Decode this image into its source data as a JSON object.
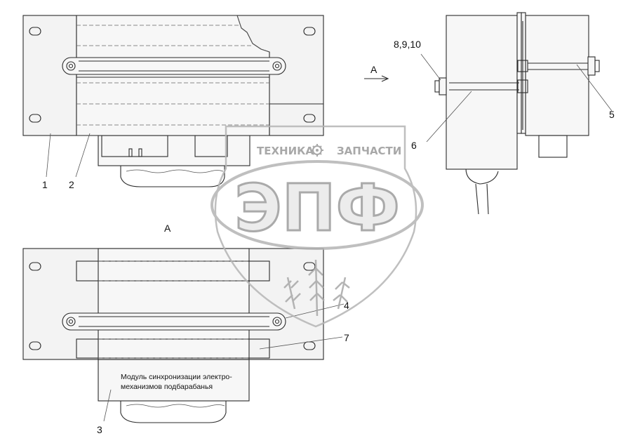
{
  "labels": {
    "l1": "1",
    "l2": "2",
    "l3": "3",
    "l4": "4",
    "l5": "5",
    "l6": "6",
    "l7": "7",
    "l8910": "8,9,10",
    "arrow_view": "A",
    "view_title": "A"
  },
  "module_note": {
    "line1": "Модуль синхронизации электро-",
    "line2": "механизмов подбарабанья"
  },
  "watermark": {
    "brand_left": "ТЕХНИКА",
    "brand_right": "ЗАПЧАСТИ",
    "logo_letters": "ЭПФ"
  },
  "colors": {
    "line": "#2b2b2b",
    "watermark_gray": "#9c9c9c"
  }
}
